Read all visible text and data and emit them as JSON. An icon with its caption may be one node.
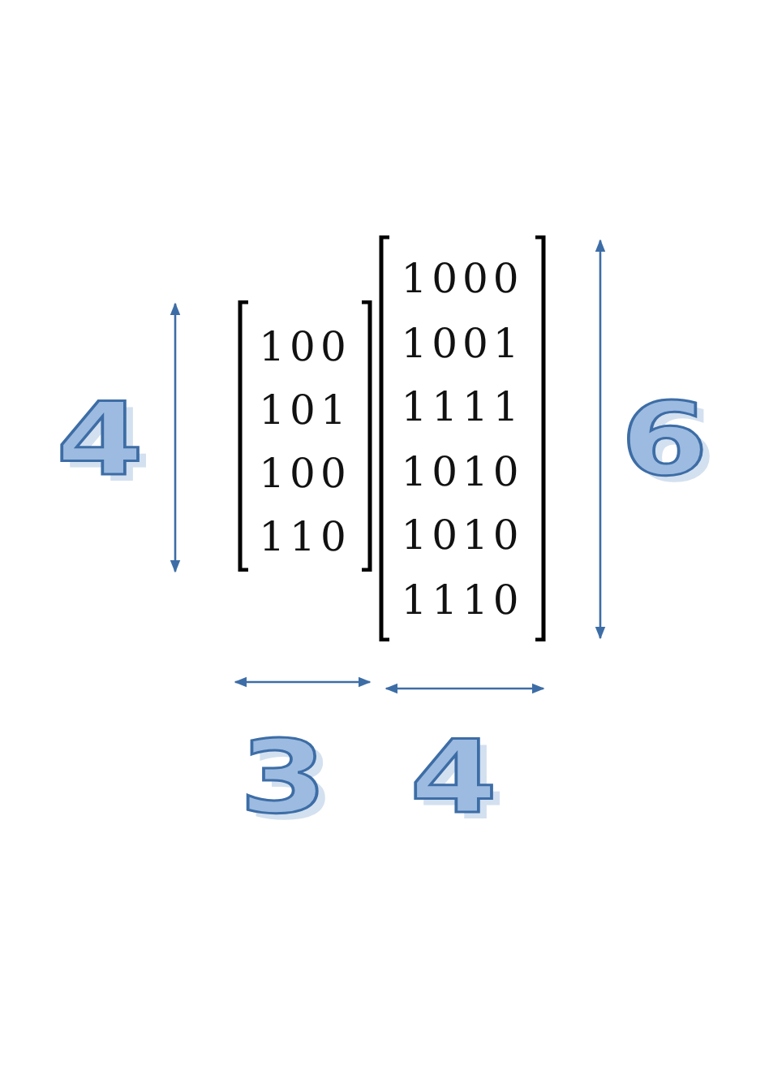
{
  "diagram": {
    "nodes": [
      {
        "text": [
          "100",
          "101",
          "100",
          "110"
        ]
      },
      {
        "text": [
          "1000",
          "1001",
          "1111",
          "1010",
          "1010",
          "1110"
        ]
      }
    ],
    "labels": [
      "4",
      "6",
      "3",
      "4"
    ]
  }
}
